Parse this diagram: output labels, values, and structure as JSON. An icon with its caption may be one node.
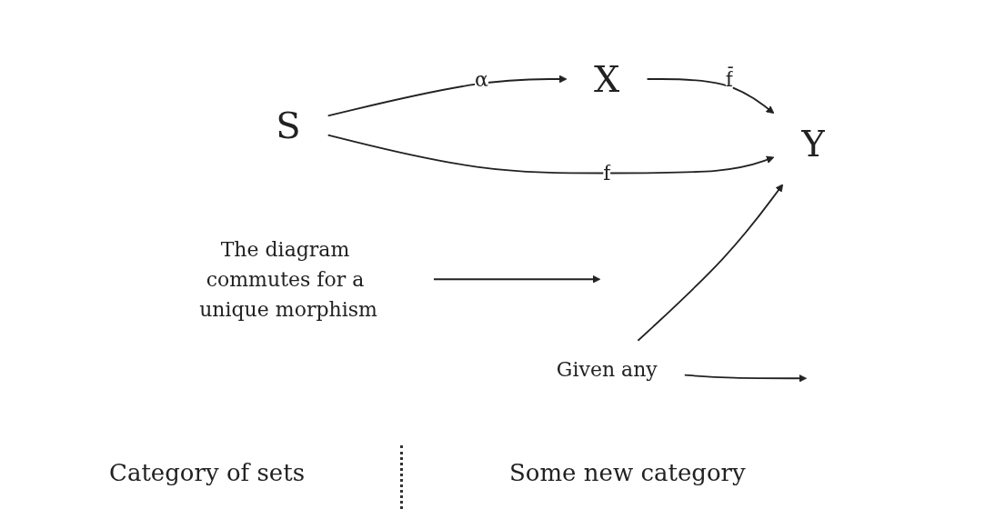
{
  "diagram": {
    "nodes": [
      {
        "text": [
          "S"
        ]
      },
      {
        "text": [
          "X"
        ]
      },
      {
        "text": [
          "The diagram commutes for a unique morphism"
        ]
      },
      {
        "text": [
          "Given any"
        ]
      },
      {
        "text": [
          "Y"
        ]
      }
    ],
    "edges": [
      {
        "from": 0,
        "to": 1,
        "arrow": "to",
        "label": "α"
      },
      {
        "from": 1,
        "to": 4,
        "arrow": "to",
        "label": "f̄"
      },
      {
        "from": 0,
        "to": 4,
        "arrow": "to",
        "label": "f"
      },
      {
        "from": 3,
        "to": null,
        "arrow": "to"
      },
      {
        "from": 3,
        "to": 4,
        "arrow": "to"
      },
      {
        "from": 2,
        "to": null,
        "arrow": "to"
      }
    ],
    "labels": [
      "Category of sets",
      "Some new category"
    ]
  }
}
